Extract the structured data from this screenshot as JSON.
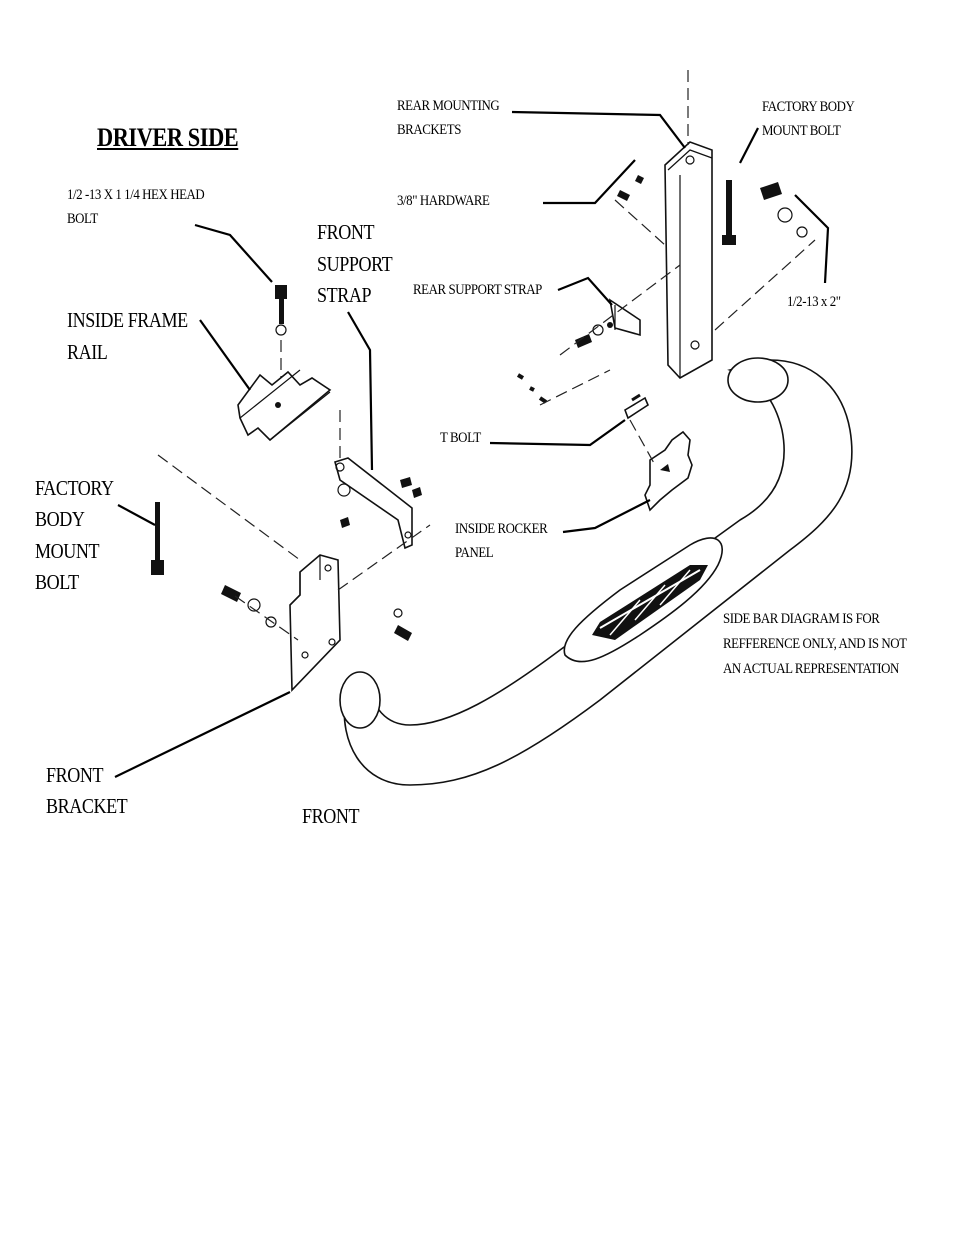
{
  "diagram": {
    "title": "DRIVER SIDE",
    "labels": {
      "hex_head_bolt_1": "1/2 -13 X 1 1/4 HEX HEAD",
      "hex_head_bolt_2": "BOLT",
      "inside_frame_rail_1": "INSIDE FRAME",
      "inside_frame_rail_2": "RAIL",
      "front_support_strap_1": "FRONT",
      "front_support_strap_2": "SUPPORT",
      "front_support_strap_3": "STRAP",
      "factory_body_mount_bolt_left_1": "FACTORY",
      "factory_body_mount_bolt_left_2": "BODY",
      "factory_body_mount_bolt_left_3": "MOUNT",
      "factory_body_mount_bolt_left_4": "BOLT",
      "front_bracket_1": "FRONT",
      "front_bracket_2": "BRACKET",
      "front": "FRONT",
      "rear_mounting_brackets_1": "REAR MOUNTING",
      "rear_mounting_brackets_2": "BRACKETS",
      "hardware_3_8": "3/8\"     HARDWARE",
      "rear_support_strap": "REAR SUPPORT STRAP",
      "t_bolt": "T BOLT",
      "inside_rocker_panel_1": "INSIDE ROCKER",
      "inside_rocker_panel_2": "PANEL",
      "factory_body_mount_bolt_right_1": "FACTORY BODY",
      "factory_body_mount_bolt_right_2": "MOUNT BOLT",
      "bolt_half_13x2": "1/2-13 x 2\"",
      "note_1": "SIDE BAR DIAGRAM IS FOR",
      "note_2": "REFFERENCE ONLY, AND IS NOT",
      "note_3": "AN ACTUAL REPRESENTATION"
    }
  }
}
